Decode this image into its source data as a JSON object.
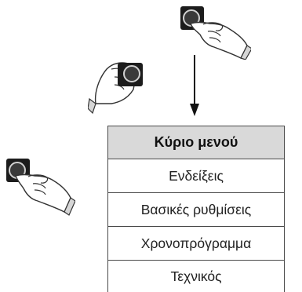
{
  "menu": {
    "header": "Κύριο μενού",
    "items": [
      "Ενδείξεις",
      "Βασικές ρυθμίσεις",
      "Χρονοπρόγραμμα",
      "Τεχνικός"
    ]
  },
  "icons": {
    "press_top": "hand-press-knob-icon",
    "rotate": "hand-rotate-knob-icon",
    "press_left": "hand-press-knob-icon",
    "arrow": "down-arrow-icon"
  }
}
